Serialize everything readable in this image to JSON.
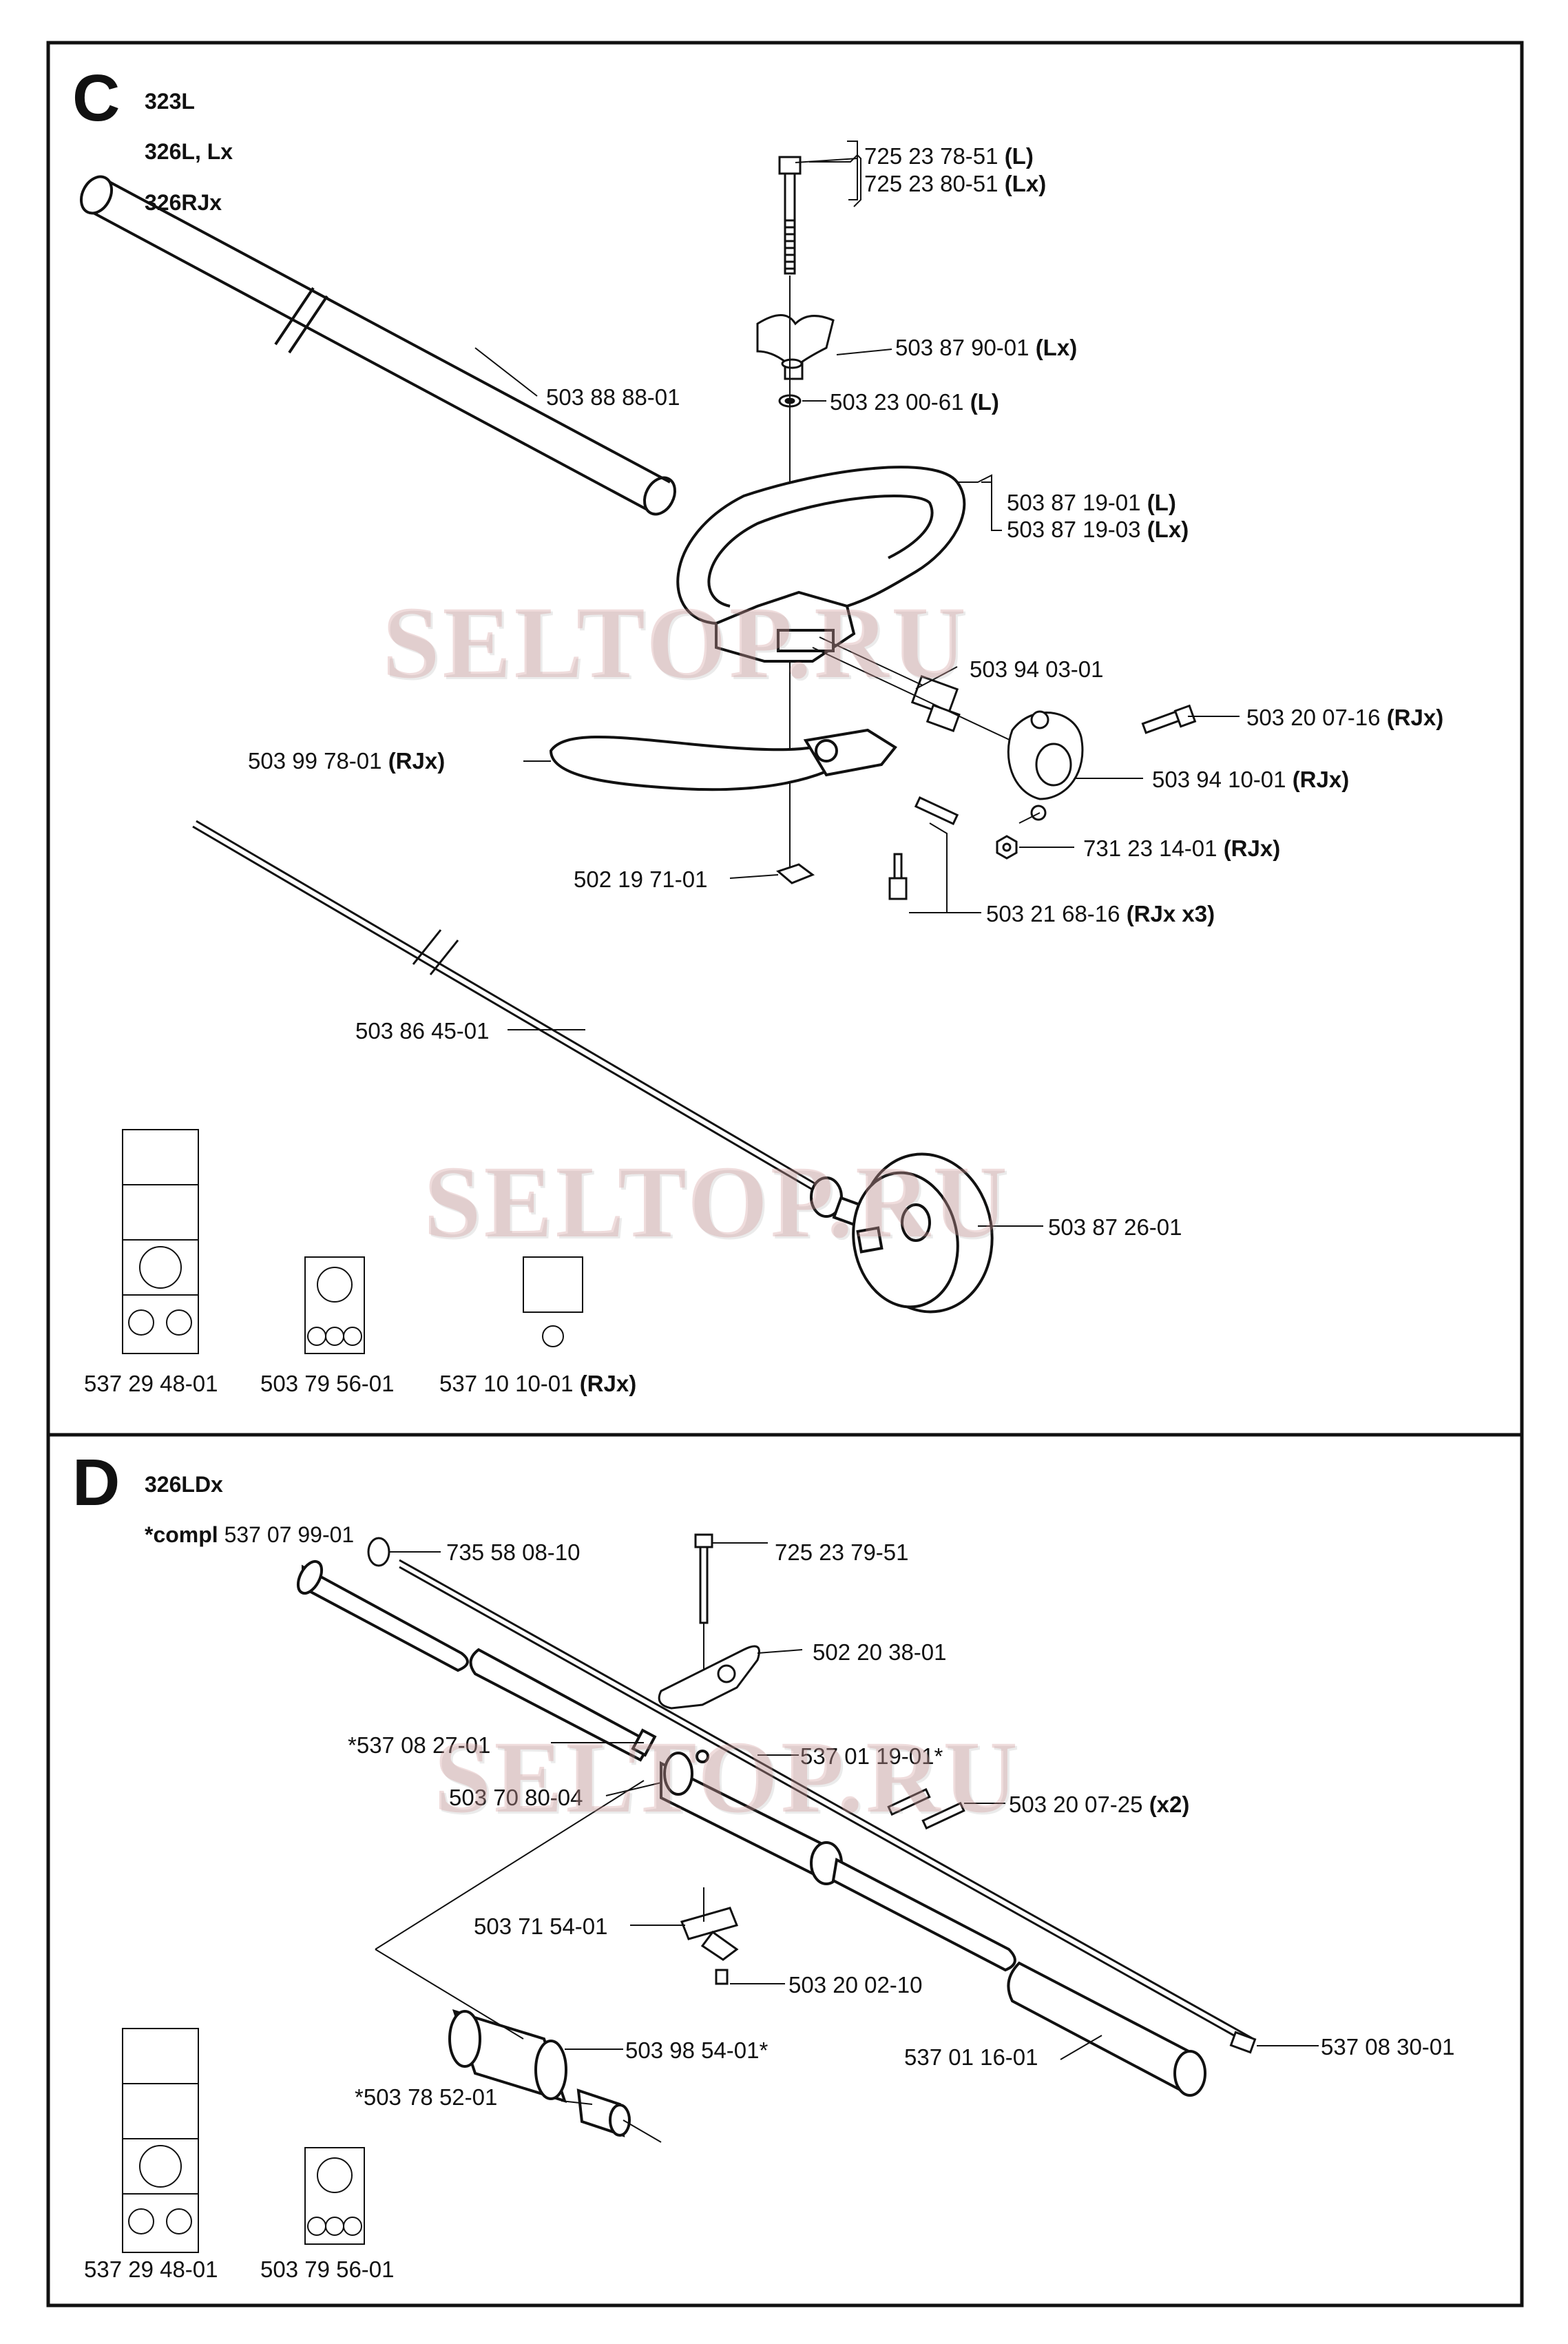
{
  "section_c": {
    "letter": "C",
    "models": [
      "323L",
      "326L, Lx",
      "326RJx"
    ],
    "parts": [
      {
        "num": "725 23 78-51",
        "note": "(L)"
      },
      {
        "num": "725 23 80-51",
        "note": "(Lx)"
      },
      {
        "num": "503 87 90-01",
        "note": "(Lx)"
      },
      {
        "num": "503 23 00-61",
        "note": "(L)"
      },
      {
        "num": "503 88 88-01",
        "note": ""
      },
      {
        "num": "503 87 19-01",
        "note": "(L)"
      },
      {
        "num": "503 87 19-03",
        "note": "(Lx)"
      },
      {
        "num": "503 94 03-01",
        "note": ""
      },
      {
        "num": "503 20 07-16",
        "note": "(RJx)"
      },
      {
        "num": "503 99 78-01",
        "note": "(RJx)"
      },
      {
        "num": "503 94 10-01",
        "note": "(RJx)"
      },
      {
        "num": "731 23 14-01",
        "note": "(RJx)"
      },
      {
        "num": "502 19 71-01",
        "note": ""
      },
      {
        "num": "503 21 68-16",
        "note": "(RJx x3)"
      },
      {
        "num": "503 86 45-01",
        "note": ""
      },
      {
        "num": "503 87 26-01",
        "note": ""
      }
    ],
    "decals": [
      {
        "num": "537 29 48-01",
        "note": ""
      },
      {
        "num": "503 79 56-01",
        "note": ""
      },
      {
        "num": "537 10 10-01",
        "note": "(RJx)"
      }
    ]
  },
  "section_d": {
    "letter": "D",
    "model": "326LDx",
    "compl_label": "*compl",
    "compl_num": "537 07 99-01",
    "parts": [
      {
        "num": "735 58 08-10",
        "note": ""
      },
      {
        "num": "725 23 79-51",
        "note": ""
      },
      {
        "num": "502 20 38-01",
        "note": ""
      },
      {
        "num": "*537 08 27-01",
        "note": ""
      },
      {
        "num": "537 01 19-01*",
        "note": ""
      },
      {
        "num": "503 70 80-04",
        "note": ""
      },
      {
        "num": "503 20 07-25",
        "note": "(x2)"
      },
      {
        "num": "503 71 54-01",
        "note": ""
      },
      {
        "num": "503 20 02-10",
        "note": ""
      },
      {
        "num": "503 98 54-01*",
        "note": ""
      },
      {
        "num": "537 01 16-01",
        "note": ""
      },
      {
        "num": "537 08 30-01",
        "note": ""
      },
      {
        "num": "*503 78 52-01",
        "note": ""
      }
    ],
    "decals": [
      {
        "num": "537 29 48-01",
        "note": ""
      },
      {
        "num": "503 79 56-01",
        "note": ""
      }
    ]
  },
  "watermark": "SELTOP.RU"
}
